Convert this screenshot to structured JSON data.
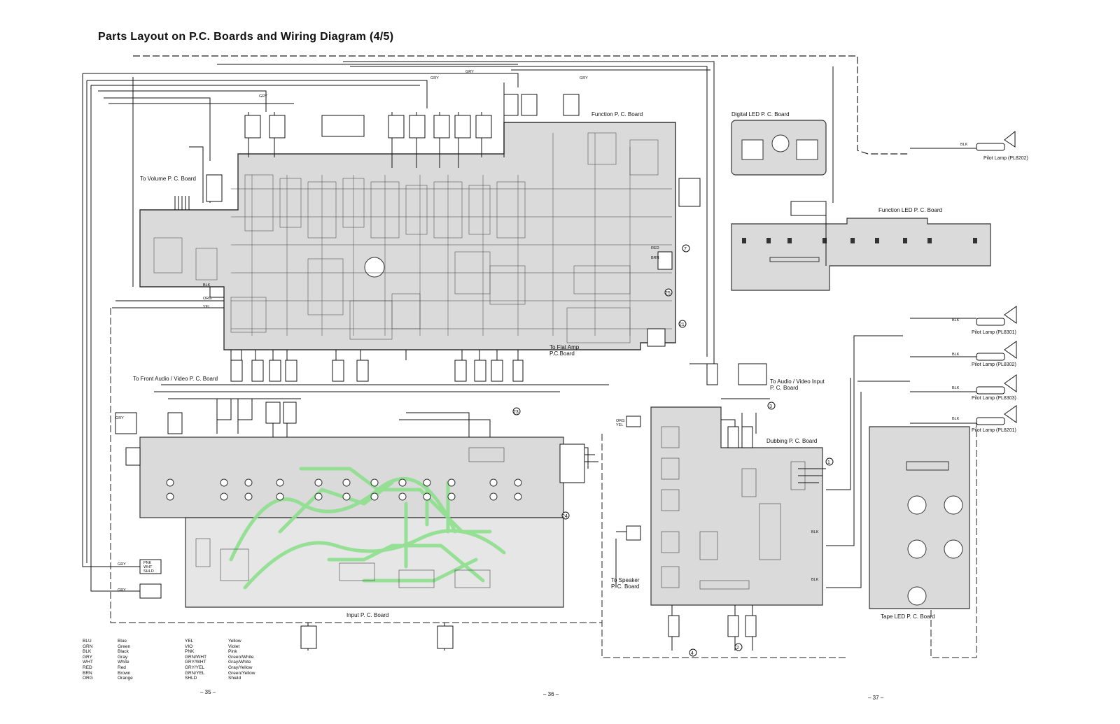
{
  "title": "Parts Layout on P.C. Boards and Wiring Diagram (4/5)",
  "boards": {
    "function": "Function  P. C. Board",
    "digital_led": "Digital  LED  P. C. Board",
    "function_led": "Function  LED  P. C. Board",
    "volume": "To Volume  P. C. Board",
    "input": "Input  P. C. Board",
    "dubbing": "Dubbing  P. C. Board",
    "tape_led": "Tape LED  P. C. Board",
    "front_av": "To Front Audio / Video  P. C. Board",
    "speaker": "To Speaker\nP. C. Board",
    "flat_amp": "To Flat Amp\nP.C.Board",
    "av_input": "To Audio / Video Input\nP. C. Board"
  },
  "pilot_lamps": [
    "Pilot Lamp (PL8202)",
    "Pilot Lamp (PL8301)",
    "Pilot Lamp (PL8302)",
    "Pilot Lamp (PL8303)",
    "Pilot Lamp (PL8201)"
  ],
  "wire_labels": [
    "GRY",
    "BLK",
    "ORG",
    "YEL",
    "RED",
    "WHT",
    "PNK",
    "BRN",
    "SHLD"
  ],
  "legend": [
    {
      "code": "BLU",
      "name": "Blue"
    },
    {
      "code": "GRN",
      "name": "Green"
    },
    {
      "code": "BLK",
      "name": "Black"
    },
    {
      "code": "GRY",
      "name": "Gray"
    },
    {
      "code": "WHT",
      "name": "White"
    },
    {
      "code": "RED",
      "name": "Red"
    },
    {
      "code": "BRN",
      "name": "Brown"
    },
    {
      "code": "ORG",
      "name": "Orange"
    },
    {
      "code": "YEL",
      "name": "Yellow"
    },
    {
      "code": "VIO",
      "name": "Violet"
    },
    {
      "code": "PNK",
      "name": "Pink"
    },
    {
      "code": "GRN/WHT",
      "name": "Green/White"
    },
    {
      "code": "GRY/WHT",
      "name": "Gray/White"
    },
    {
      "code": "GRY/YEL",
      "name": "Gray/Yellow"
    },
    {
      "code": "GRN/YEL",
      "name": "Green/Yellow"
    },
    {
      "code": "SHLD",
      "name": "Shield"
    }
  ],
  "callouts": [
    "1",
    "2",
    "3",
    "4",
    "7",
    "21",
    "23",
    "24",
    "25"
  ],
  "page_numbers": [
    "– 35 –",
    "– 36 –",
    "– 37 –"
  ],
  "colors": {
    "board_gray": "#d9d9d9",
    "trace_green": "#8ee08e",
    "ink": "#111111"
  }
}
